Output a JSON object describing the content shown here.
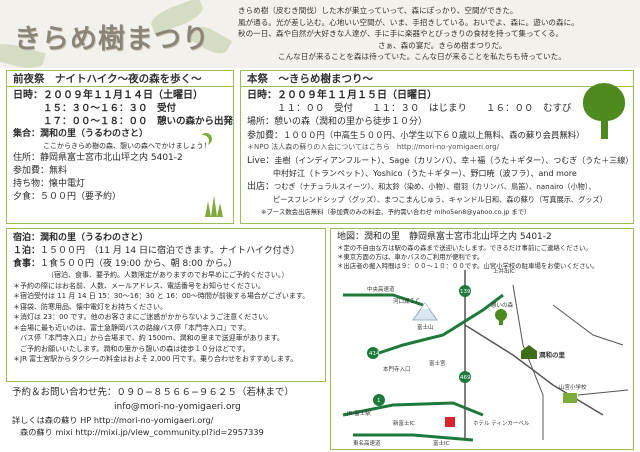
{
  "header": {
    "logo_text": "きらめ樹まつり",
    "intro": [
      "きらめ樹（皮むき間伐）した木が巣立っていって、森にぽっかり、空間ができた。",
      "風が通る。光が差し込む。心地いい空間が、いま、手招きしている。おいでよ、森に。遊いの森に。",
      "秋の一日、森や自然が大好きな人達が、手に手に楽器やとびっきりの食材を持って集ってくる。",
      "さぁ、森の宴だ。きらめ樹まつりだ。",
      "こんな日が来ることを森は待っていた。こんな日が来ることを私たちも待っていた。"
    ]
  },
  "eve": {
    "title": "前夜祭　ナイトハイク〜夜の森を歩く〜",
    "date_label": "日時：",
    "date": "２００９年１１月１４日（土曜日）",
    "time1": "１５：３０〜１６：３０　受付",
    "time2": "１７：００〜１８：００　憩いの森から出発",
    "meet_label": "集合：",
    "meet": "潤和の里（うるわのさと）",
    "meet_note": "ここからきらめ樹の森、憩いの森へでかけましょう！",
    "address_label": "住所：",
    "address": "静岡県富士宮市北山坪之内 5401-2",
    "fee_label": "参加費：",
    "fee": "無料",
    "bring_label": "持ち物：",
    "bring": "懐中電灯",
    "dinner_label": "夕食：",
    "dinner": "５００円（要予約）"
  },
  "main": {
    "title": "本祭　〜きらめ樹まつり〜",
    "date_label": "日時：",
    "date": "２００９年１１月１５日（日曜日）",
    "time": "１１：００　受付　　１１：３０　はじまり　　１６：００　むすび",
    "place_label": "場所：",
    "place": "憩いの森（潤和の里から徒歩１０分）",
    "fee_label": "参加費：",
    "fee": "１０００円（中高生５００円、小学生以下６０歳以上無料、森の蘇り会員無料）",
    "npo": "＊NPO 法人森の蘇りの入会についてはこちら　http://mori-no-yomigaeri.org/",
    "live_label": "Live：",
    "live1": "圭樹（インディアンフルート）、Sage（カリンバ）、幸＋福（うた＋ギター）、つむぎ（うた＋三線）",
    "live2": "中村好江（トランペット）、Yoshico（うた＋ギター）、野口暁（波フラ）、and more",
    "shop_label": "出店：",
    "shop1": "つむぎ（ナチュラルスイーツ）、和太鈴（染め、小物）、樹羽（カリンバ、鳥笛）、nanairo（小物）、",
    "shop2": "ピースフレンドシップ（グッズ）、まつこまんじゅう、キャンドル日和、森の蘇り（写真展示、グッズ）",
    "shop_note": "※ブース数会出店無料（参加費のみの料金、予約需い合わせ miho5en8@yahoo.co.jp まで）"
  },
  "stay": {
    "place_label": "宿泊：",
    "place": "潤和の里（うるわのさと）",
    "night_label": "１泊：",
    "night": "１５００円　（11 月 14 日に宿泊できます。ナイトハイク付き）",
    "meal_label": "食事：",
    "meal": "１食５００円（夜 19:00 から、朝 8:00 から。）",
    "meal_note": "（宿泊、食事、要予約。人数限定がありますのでお早めにご予約ください。）",
    "notes": [
      "＊予約の際にはお名前、人数、メールアドレス、電話番号をお知らせください。",
      "＊宿泊受付は 11 月 14 日 15：30〜16：30 と 16：00〜時間が前後する場合がございます。",
      "＊寝袋、防寒用品、懐中電灯をお持ちください。",
      "＊消灯は 23：00 です。他のお客さまにご迷惑がかからないようご注意ください。",
      "＊会場に最も近いのは、富士急静岡バスの路線バス停「本門寺入口」です。",
      "　バス停「本門寺入口」から会場まで、約 1500m、潤和の里まで送迎車があります。",
      "　ご予約お願いいたします。潤和の里から憩いの森は徒歩１０分ほどです。",
      "＊JR 富士宮駅からタクシーの料金はおよそ 2,000 円です。乗り合わせをおすすめします。"
    ]
  },
  "contact": {
    "tel_label": "予約＆お問い合わせ先：",
    "tel": "０９０−８５６６−９６２５（若林まで）",
    "email": "info@mori-no-yomigaeri.org",
    "hp_label": "詳しくは森の蘇り HP",
    "hp": "http://mori-no-yomigaeri.org/",
    "mixi_label": "森の蘇り mixi",
    "mixi": "http://mixi.jp/view_community.pl?id=2957339"
  },
  "access": {
    "title": "地図：潤和の里　静岡県富士宮市北山坪之内 5401-2",
    "notes": [
      "＊定の不自由な方は駅の森の森まで送迎いたします。できるだけ事前にご連絡ください。",
      "＊東京方面の方は、車かバスのご利用が便利です。",
      "＊出店者の搬入時間は９：００〜１０：００です。山宮小学校の駐車場をお使いください。"
    ],
    "map_labels": {
      "mt_fuji": "富士山",
      "forest": "憩いの森",
      "urawa": "潤和の里",
      "yamamiya": "山宮小学校",
      "kamiide": "上井出IC",
      "kawaguchi": "河口湖ＩＣ",
      "chuo": "中央高速道",
      "fujinomiya": "富士宮",
      "shinfuji": "新富士IC",
      "fuji_ic": "富士IC",
      "tomei": "東名高速道",
      "honmonji": "本門寺入口",
      "fuji_st": "JR 富士駅",
      "hotel": "ホテル ティンカーベル",
      "r139": "139",
      "r414": "414",
      "r469": "469",
      "r1": "1"
    }
  }
}
